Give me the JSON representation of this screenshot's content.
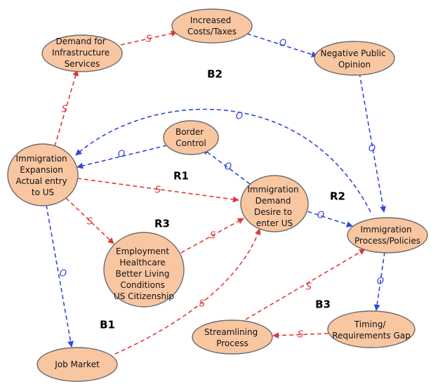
{
  "nodes": {
    "infrastructure": {
      "lines": [
        "Demand for",
        "Infrastructure",
        "Services"
      ]
    },
    "costs": {
      "lines": [
        "Increased",
        "Costs/Taxes"
      ]
    },
    "public_opinion": {
      "lines": [
        "Negative Public",
        "Opinion"
      ]
    },
    "border": {
      "lines": [
        "Border",
        "Control"
      ]
    },
    "expansion": {
      "lines": [
        "Immigration",
        "Expansion",
        "Actual entry",
        "to US"
      ]
    },
    "demand": {
      "lines": [
        "Immigration",
        "Demand",
        "Desire to",
        "enter US"
      ]
    },
    "process": {
      "lines": [
        "Immigration",
        "Process/Policies"
      ]
    },
    "employment": {
      "lines": [
        "Employment",
        "Healthcare",
        "Better Living",
        "Conditions",
        "US Citizenship"
      ]
    },
    "timing": {
      "lines": [
        "Timing/",
        "Requirements Gap"
      ]
    },
    "streamlining": {
      "lines": [
        "Streamlining",
        "Process"
      ]
    },
    "job_market": {
      "lines": [
        "Job Market"
      ]
    }
  },
  "edges": [
    {
      "id": "expansion-infrastructure",
      "polarity": "S"
    },
    {
      "id": "infrastructure-costs",
      "polarity": "S"
    },
    {
      "id": "costs-opinion",
      "polarity": "O"
    },
    {
      "id": "opinion-process",
      "polarity": "O"
    },
    {
      "id": "process-expansion",
      "polarity": "O"
    },
    {
      "id": "border-expansion",
      "polarity": "O"
    },
    {
      "id": "demand-border",
      "polarity": "O"
    },
    {
      "id": "expansion-demand",
      "polarity": "S"
    },
    {
      "id": "expansion-employment",
      "polarity": "S"
    },
    {
      "id": "employment-demand",
      "polarity": "S"
    },
    {
      "id": "demand-process",
      "polarity": "O"
    },
    {
      "id": "process-timing",
      "polarity": "O"
    },
    {
      "id": "timing-streamlining",
      "polarity": "S"
    },
    {
      "id": "streamlining-process",
      "polarity": "S"
    },
    {
      "id": "expansion-jobmarket",
      "polarity": "O"
    },
    {
      "id": "jobmarket-demand",
      "polarity": "S"
    }
  ],
  "loops": {
    "b2": "B2",
    "r1": "R1",
    "r2": "R2",
    "r3": "R3",
    "b1": "B1",
    "b3": "B3"
  },
  "colors": {
    "node_fill": "#f9c6a2",
    "node_stroke": "#6b6b6b",
    "same_link": "#e03a3a",
    "opposite_link": "#3347d6"
  }
}
